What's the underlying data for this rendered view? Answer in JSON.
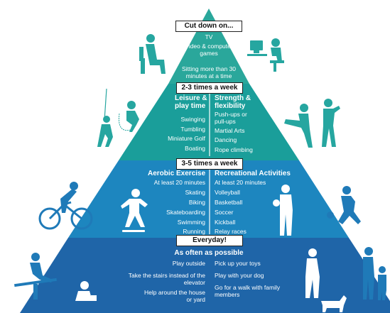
{
  "colors": {
    "top": "#2aa79b",
    "teal": "#1a9e9a",
    "blue": "#1d86bf",
    "navy": "#1f65a8",
    "figure_teal": "#26a6a0",
    "figure_blue": "#1f7ab8"
  },
  "tiers": {
    "top": {
      "title": "Cut down on...",
      "items": [
        "TV",
        "Video & computer games",
        "Sitting more than 30 minutes at a time"
      ]
    },
    "weekly_2_3": {
      "title": "2-3 times a week",
      "left_header": "Leisure & play time",
      "left_items": [
        "Swinging",
        "Tumbling",
        "Miniature Golf",
        "Boating"
      ],
      "right_header": "Strength & flexibility",
      "right_items": [
        "Push-ups or pull-ups",
        "Martial Arts",
        "Dancing",
        "Rope climbing"
      ]
    },
    "weekly_3_5": {
      "title": "3-5 times a week",
      "left_header": "Aerobic Exercise",
      "left_items": [
        "At least 20 minutes",
        "Skating",
        "Biking",
        "Skateboarding",
        "Swimming",
        "Running"
      ],
      "right_header": "Recreational Activities",
      "right_items": [
        "At least 20 minutes",
        "Volleyball",
        "Basketball",
        "Soccer",
        "Kickball",
        "Relay races"
      ]
    },
    "everyday": {
      "title": "Everyday!",
      "subtitle": "As often as possible",
      "left_items": [
        "Play outside",
        "Take the stairs instead of the elevator",
        "Help around the house or yard"
      ],
      "right_items": [
        "Pick up your toys",
        "Play with your dog",
        "Go for a walk with family members"
      ]
    }
  },
  "icons": [
    "sitting-tv-figure-icon",
    "computer-user-icon",
    "rope-climber-icon",
    "jump-rope-girl-icon",
    "karate-kick-icon",
    "dancer-icon",
    "cyclist-icon",
    "skateboarder-icon",
    "volleyball-player-icon",
    "soccer-kicker-icon",
    "seesaw-child-icon",
    "sandbox-child-icon",
    "dog-walker-icon",
    "family-walk-icon"
  ]
}
